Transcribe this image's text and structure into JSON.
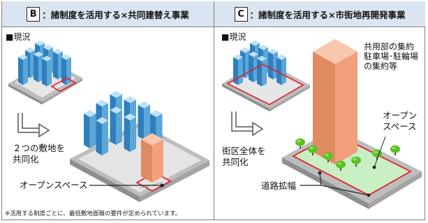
{
  "panel_b": {
    "badge": "B",
    "title": "：諸制度を活用する×共同建替え事業",
    "current_label": "■現況",
    "merge_line1": "２つの敷地を",
    "merge_line2": "共同化",
    "open_space": "オープンスペース",
    "footnote": "※活用する制度ごとに、最低敷地面積の要件が定められています。"
  },
  "panel_c": {
    "badge": "C",
    "title": "：諸制度を活用する×市街地再開発事業",
    "current_label": "■現況",
    "shared_line1": "共用部の集約",
    "shared_line2": "駐車場･駐輪場",
    "shared_line3": "の集約等",
    "open_line1": "オープン",
    "open_line2": "スペース",
    "block_line1": "街区全体を",
    "block_line2": "共同化",
    "road_widen": "道路拡幅"
  },
  "colors": {
    "header_bg": "#dbe5f1",
    "building_blue": "#5aa7d8",
    "tower_salmon": "#f2a07b",
    "site_outline": "#e0202a",
    "green_space": "#c9efc4",
    "tree_green": "#5bbf2a"
  }
}
